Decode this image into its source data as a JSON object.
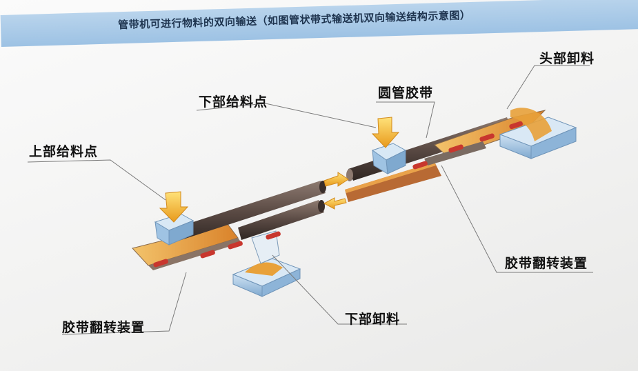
{
  "title": "管带机可进行物料的双向输送（如图管状带式输送机双向输送结构示意图）",
  "labels": {
    "upper_feed": "上部给料点",
    "lower_feed": "下部给料点",
    "round_tube_belt": "圆管胶带",
    "head_discharge": "头部卸料",
    "belt_turnover_right": "胶带翻转装置",
    "lower_discharge": "下部卸料",
    "belt_turnover_left": "胶带翻转装置"
  },
  "colors": {
    "banner": "#a8c9e8",
    "tube": "#6b5a52",
    "belt_orange": "#e8a13a",
    "material": "#f2b533",
    "roller_red": "#c8372e",
    "hopper_blue": "#9fc3e3"
  }
}
